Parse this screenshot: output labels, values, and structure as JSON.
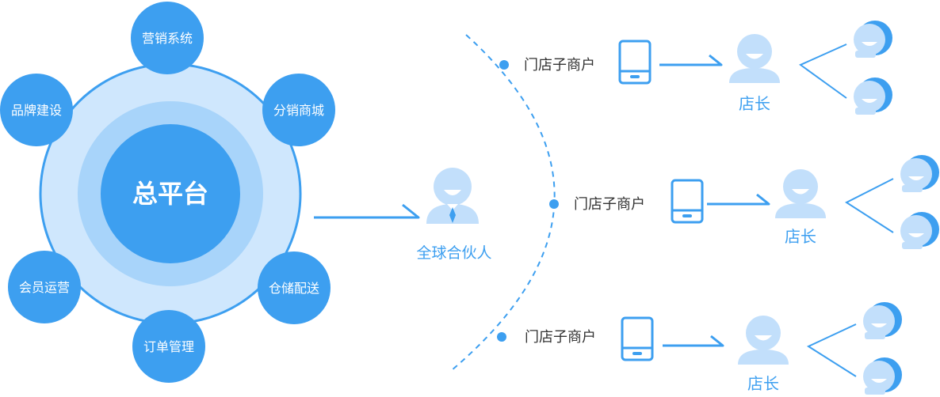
{
  "platform": {
    "center_label": "总平台",
    "modules": [
      "营销系统",
      "分销商城",
      "仓储配送",
      "订单管理",
      "会员运营",
      "品牌建设"
    ]
  },
  "partner": {
    "label": "全球合伙人"
  },
  "branches": [
    {
      "merchant_label": "门店子商户",
      "manager_label": "店长"
    },
    {
      "merchant_label": "门店子商户",
      "manager_label": "店长"
    },
    {
      "merchant_label": "门店子商户",
      "manager_label": "店长"
    }
  ],
  "colors": {
    "primary": "#3d9ff0",
    "ring_outer": "#cfe7fd",
    "ring_mid": "#a8d4fa",
    "avatar_light": "#c2dffb",
    "text_dark": "#333333",
    "text_blue": "#3d9ff0"
  },
  "icons": [
    "user-icon",
    "partner-icon",
    "phone-icon",
    "customer-icon",
    "arrow-icon"
  ]
}
